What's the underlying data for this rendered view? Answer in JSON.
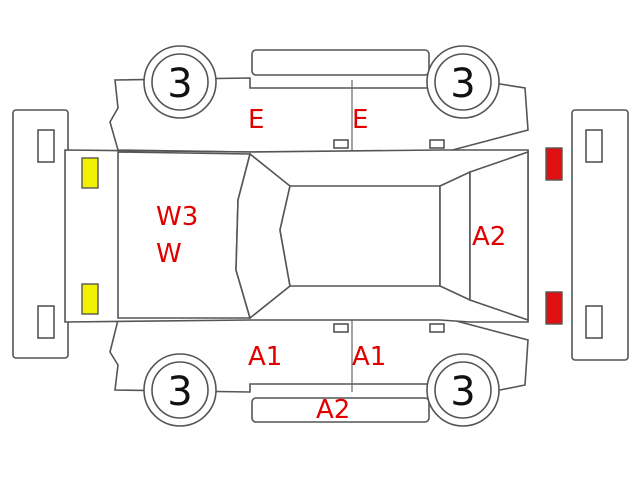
{
  "tyres": {
    "front_left": "3",
    "front_right": "3",
    "rear_left": "3",
    "rear_right": "3"
  },
  "damage": {
    "roof_left": "E",
    "roof_right": "E",
    "hood_line1": "W3",
    "hood_line2": "W",
    "trunk": "A2",
    "door_front": "A1",
    "door_rear": "A1",
    "side_bottom": "A2"
  },
  "colors": {
    "front_lamp": "#f2f200",
    "rear_lamp": "#e01010",
    "damage_text": "#e00000"
  }
}
